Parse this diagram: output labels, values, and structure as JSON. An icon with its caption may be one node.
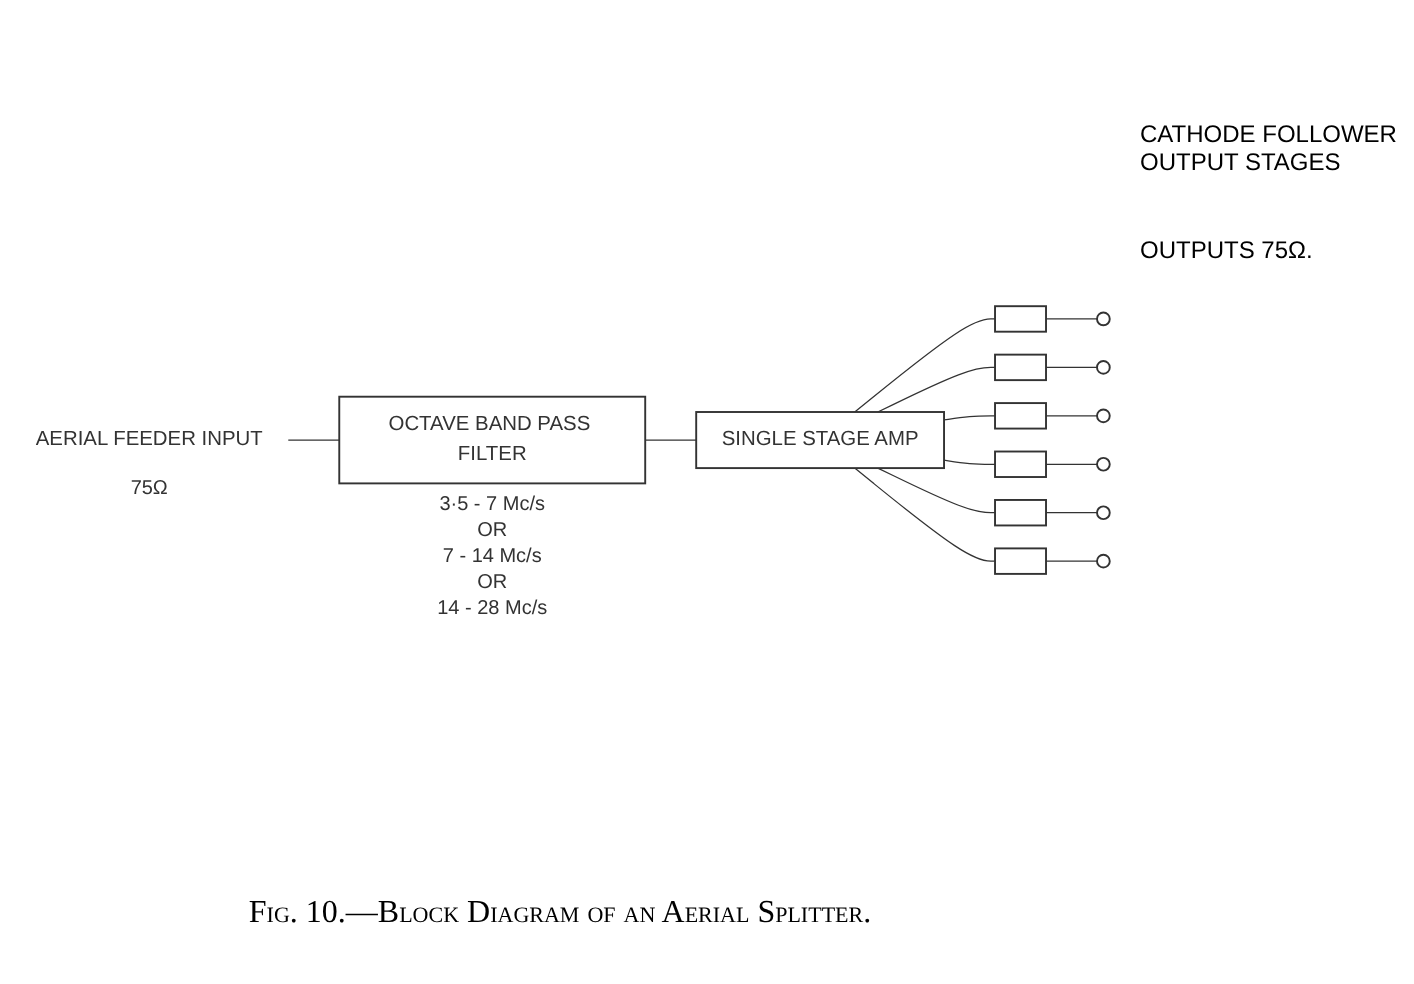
{
  "diagram": {
    "caption": "Fig. 10.—Block Diagram of an Aerial Splitter.",
    "nodes": [
      {
        "text": [
          "AERIAL FEEDER INPUT"
        ],
        "beside": [
          "75Ω"
        ]
      },
      {
        "text": [
          "OCTAVE BAND PASS FILTER"
        ],
        "beside": [
          "3·5 - 7 Mc/s",
          "OR",
          "7 - 14 Mc/s",
          "OR",
          "14 - 28 Mc/s"
        ]
      },
      {
        "text": [
          "SINGLE STAGE AMP"
        ]
      },
      {
        "text": [],
        "shape": "box"
      },
      {
        "text": [],
        "shape": "box"
      },
      {
        "text": [],
        "shape": "box"
      },
      {
        "text": [],
        "shape": "box"
      },
      {
        "text": [],
        "shape": "box"
      },
      {
        "text": [],
        "shape": "box"
      },
      {
        "text": [],
        "shape": "circle"
      },
      {
        "text": [],
        "shape": "circle"
      },
      {
        "text": [],
        "shape": "circle"
      },
      {
        "text": [],
        "shape": "circle"
      },
      {
        "text": [],
        "shape": "circle"
      },
      {
        "text": [],
        "shape": "circle"
      }
    ],
    "edges": [
      {
        "from": 0,
        "to": 1,
        "arrow": "none"
      },
      {
        "from": 1,
        "to": 2,
        "arrow": "none"
      },
      {
        "from": 2,
        "to": 3,
        "arrow": "none"
      },
      {
        "from": 2,
        "to": 4,
        "arrow": "none"
      },
      {
        "from": 2,
        "to": 5,
        "arrow": "none"
      },
      {
        "from": 2,
        "to": 6,
        "arrow": "none"
      },
      {
        "from": 2,
        "to": 7,
        "arrow": "none"
      },
      {
        "from": 2,
        "to": 8,
        "arrow": "none"
      },
      {
        "from": 3,
        "to": 9,
        "arrow": "none"
      },
      {
        "from": 4,
        "to": 10,
        "arrow": "none"
      },
      {
        "from": 5,
        "to": 11,
        "arrow": "none"
      },
      {
        "from": 6,
        "to": 12,
        "arrow": "none"
      },
      {
        "from": 7,
        "to": 13,
        "arrow": "none"
      },
      {
        "from": 8,
        "to": 14,
        "arrow": "none"
      }
    ],
    "labels": [
      "CATHODE FOLLOWER OUTPUT STAGES",
      "OUTPUTS 75Ω."
    ]
  }
}
